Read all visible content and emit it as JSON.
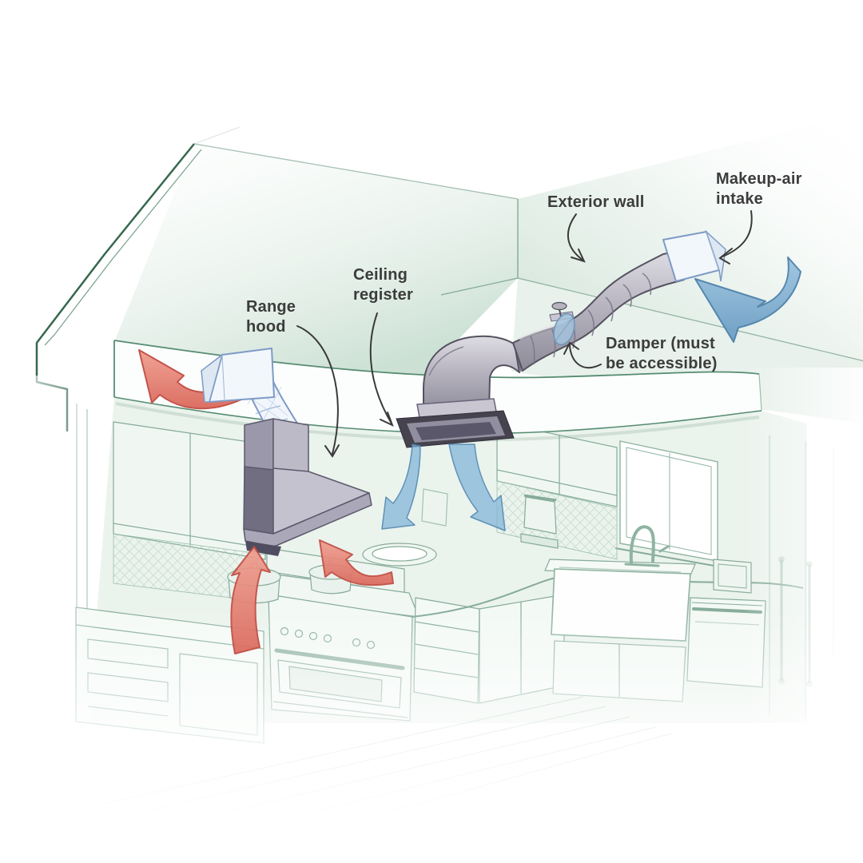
{
  "figure": {
    "labels": [
      {
        "id": "range-hood",
        "lines": [
          "Range",
          "hood"
        ]
      },
      {
        "id": "ceiling-register",
        "lines": [
          "Ceiling",
          "register"
        ]
      },
      {
        "id": "exterior-wall",
        "lines": [
          "Exterior wall"
        ]
      },
      {
        "id": "makeup-air-intake",
        "lines": [
          "Makeup-air",
          "intake"
        ]
      },
      {
        "id": "damper",
        "lines": [
          "Damper (must",
          "be accessible)"
        ]
      }
    ],
    "arrows": [
      {
        "id": "exhaust-out-arrow",
        "color": "#e2837a"
      },
      {
        "id": "cooking-fumes-left-arrow",
        "color": "#e2837a"
      },
      {
        "id": "cooking-fumes-right-arrow",
        "color": "#e2837a"
      },
      {
        "id": "supply-left-arrow",
        "color": "#7fb3d8"
      },
      {
        "id": "supply-right-arrow",
        "color": "#7fb3d8"
      },
      {
        "id": "makeup-air-in-arrow",
        "color": "#7fafd3"
      }
    ],
    "colors": {
      "background": "#ffffff",
      "line_green_dark": "#35684e",
      "line_green": "#6d9b86",
      "line_green_light": "#86ab9a",
      "wash_green": "#d8e9df",
      "exhaust_red": "#e2837a",
      "exhaust_red_edge": "#c14b41",
      "supply_blue": "#7fafd3",
      "supply_blue_edge": "#4d82ab",
      "duct_gray": "#b3b0bc",
      "duct_gray_dark": "#55525f",
      "flex_duct_blue": "#7e9ac6",
      "label_text": "#3c3c3c"
    }
  }
}
